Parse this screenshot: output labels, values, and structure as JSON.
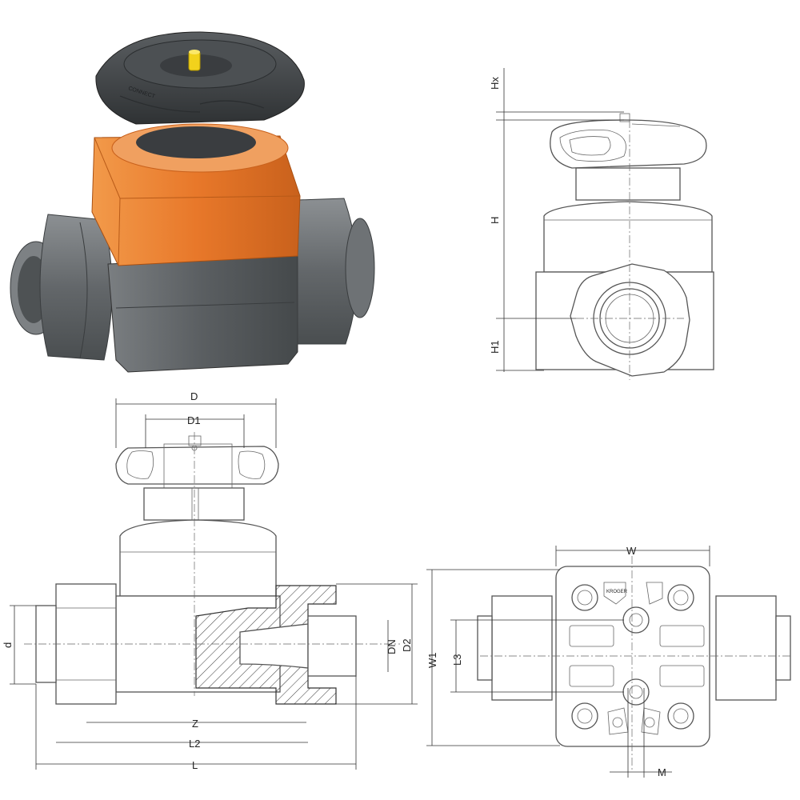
{
  "dimension_labels": {
    "hx": "Hx",
    "h": "H",
    "h1": "H1",
    "d_outer": "D",
    "d1": "D1",
    "d_small": "d",
    "dn": "DN",
    "d2": "D2",
    "z": "Z",
    "l2": "L2",
    "l": "L",
    "w": "W",
    "w1": "W1",
    "l3": "L3",
    "m": "M"
  },
  "markings": {
    "handwheel_text": "CONNECT",
    "plate_tag": "KROGER"
  },
  "colors": {
    "bonnet_orange": "#e8782a",
    "body_grey": "#5a5e61",
    "handwheel_dark": "#3b3f42",
    "indicator_yellow": "#f2d21c",
    "drawing_line": "#555555"
  }
}
